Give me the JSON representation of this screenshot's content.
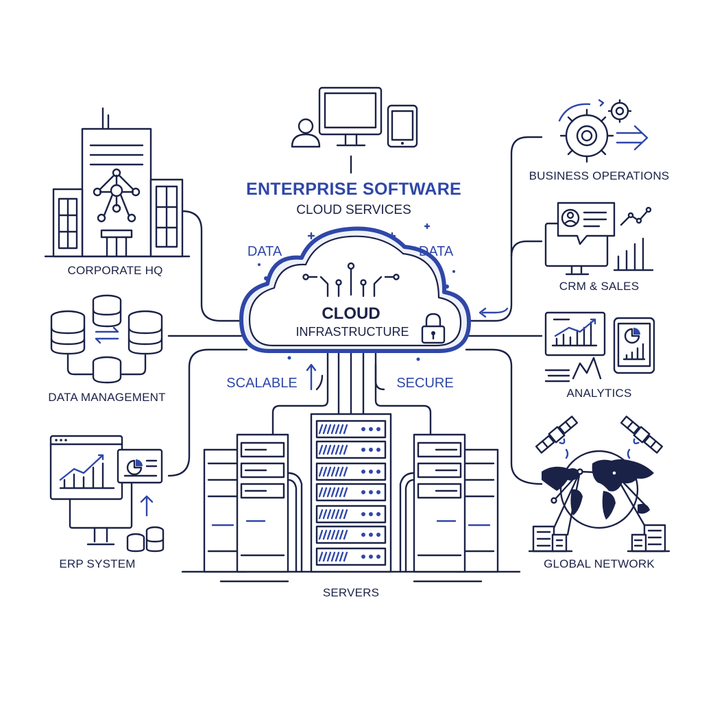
{
  "header": {
    "title": "ENTERPRISE SOFTWARE",
    "subtitle": "CLOUD SERVICES"
  },
  "cloud": {
    "title": "CLOUD",
    "subtitle": "INFRASTRUCTURE"
  },
  "flow_labels": {
    "data_left": "DATA",
    "data_right": "DATA",
    "scalable": "SCALABLE",
    "secure": "SECURE"
  },
  "nodes": {
    "corporate_hq": "CORPORATE HQ",
    "data_management": "DATA MANAGEMENT",
    "erp_system": "ERP SYSTEM",
    "business_operations": "BUSINESS OPERATIONS",
    "crm_sales": "CRM & SALES",
    "analytics": "ANALYTICS",
    "global_network": "GLOBAL NETWORK",
    "servers": "SERVERS"
  },
  "colors": {
    "ink": "#1b2247",
    "accent": "#2f47a8",
    "cloud_fill": "#eef1fa"
  },
  "icons": [
    "office-building-icon",
    "database-icon",
    "erp-dashboard-icon",
    "user-devices-icon",
    "gears-icon",
    "crm-chat-icon",
    "analytics-chart-icon",
    "globe-satellite-icon",
    "server-rack-icon",
    "padlock-icon",
    "cloud-icon"
  ]
}
